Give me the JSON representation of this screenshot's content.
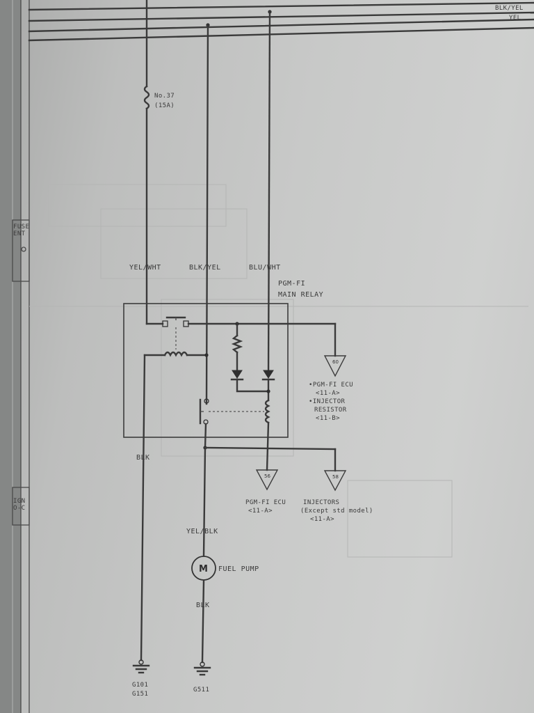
{
  "top_bus_labels": [
    "BLK/YEL",
    "YEL"
  ],
  "fuse": {
    "name": "No.37",
    "rating": "(15A)"
  },
  "wire_colors": {
    "yel_wht": "YEL/WHT",
    "blk_yel": "BLK/YEL",
    "blu_wht": "BLU/WHT",
    "blk_left": "BLK",
    "yel_blk": "YEL/BLK",
    "blk_pump": "BLK"
  },
  "relay": {
    "line1": "PGM-FI",
    "line2": "MAIN RELAY"
  },
  "connector_60": {
    "number": "60",
    "lines": [
      "•PGM-FI ECU",
      "<11-A>",
      "•INJECTOR",
      "RESISTOR",
      "<11-B>"
    ]
  },
  "connector_56": {
    "number": "56",
    "lines": [
      "PGM-FI ECU",
      "<11-A>"
    ]
  },
  "connector_58": {
    "number": "58",
    "lines": [
      "INJECTORS",
      "(Except std model)",
      "<11-A>"
    ]
  },
  "fuel_pump": {
    "symbol": "M",
    "label": "FUEL PUMP"
  },
  "grounds": {
    "left": [
      "G101",
      "G151"
    ],
    "right": [
      "G511"
    ]
  },
  "edge_fragments": [
    "FUSE",
    "ENT",
    "IGN",
    "O-C"
  ]
}
